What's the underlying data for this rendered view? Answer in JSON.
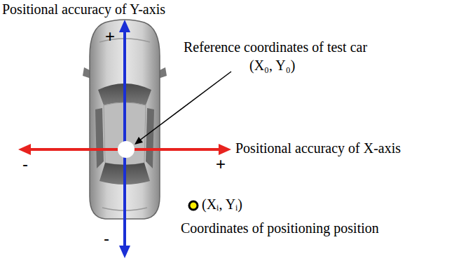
{
  "diagram": {
    "labels": [
      "Positional accuracy of Y-axis",
      "+",
      "Reference coordinates of test car",
      "(X₀, Y₀)",
      "Positional accuracy of X-axis",
      "-",
      "+",
      "(Xᵢ, Yᵢ)",
      "Coordinates of positioning position",
      "-"
    ]
  }
}
